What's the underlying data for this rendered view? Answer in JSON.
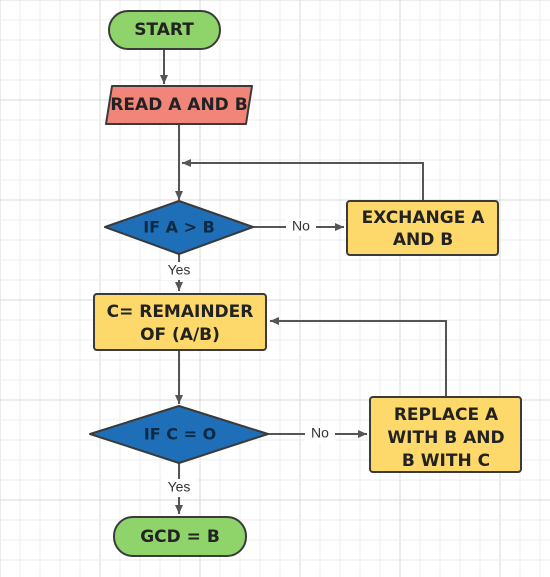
{
  "colors": {
    "terminal_fill": "#8fd46a",
    "input_fill": "#f2857a",
    "decision_fill": "#1e6fb8",
    "process_fill": "#fcd96a",
    "stroke": "#3a3a3a",
    "edge": "#555555",
    "grid_minor": "#ececec",
    "grid_major": "#d8d8d8"
  },
  "nodes": {
    "start": {
      "lines": [
        "START"
      ]
    },
    "read": {
      "lines": [
        "READ A AND B"
      ]
    },
    "if_a_gt_b": {
      "lines": [
        "IF A > B"
      ]
    },
    "exchange": {
      "lines": [
        "EXCHANGE A",
        "AND B"
      ]
    },
    "remainder": {
      "lines": [
        "C= REMAINDER",
        "OF (A/B)"
      ]
    },
    "if_c_eq_0": {
      "lines": [
        "IF C = O"
      ]
    },
    "replace": {
      "lines": [
        "REPLACE A",
        "WITH B AND",
        "B WITH C"
      ]
    },
    "gcd": {
      "lines": [
        "GCD = B"
      ]
    }
  },
  "edges": {
    "no_1": "No",
    "yes_1": "Yes",
    "no_2": "No",
    "yes_2": "Yes"
  }
}
